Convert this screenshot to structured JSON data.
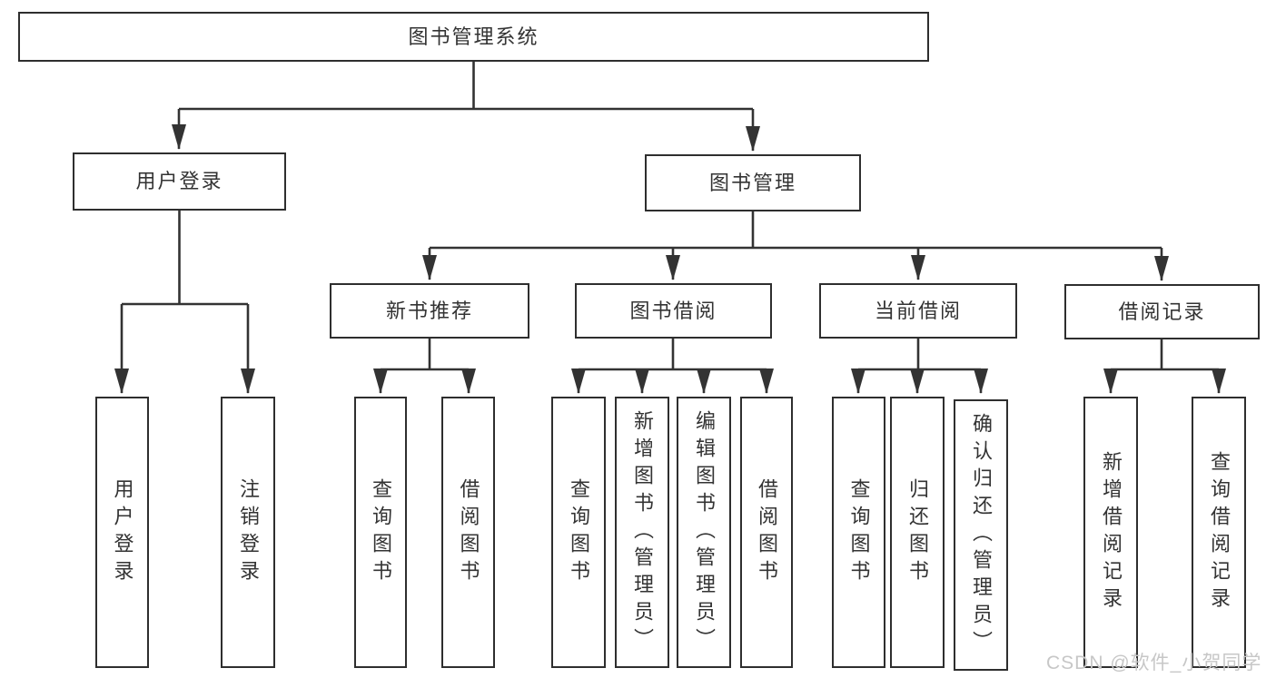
{
  "tree": {
    "root": "图书管理系统",
    "login": {
      "label": "用户登录",
      "children": [
        "用户登录",
        "注销登录"
      ]
    },
    "management": {
      "label": "图书管理",
      "sections": [
        {
          "label": "新书推荐",
          "children": [
            "查询图书",
            "借阅图书"
          ]
        },
        {
          "label": "图书借阅",
          "children": [
            "查询图书",
            "新增图书（管理员）",
            "编辑图书（管理员）",
            "借阅图书"
          ]
        },
        {
          "label": "当前借阅",
          "children": [
            "查询图书",
            "归还图书",
            "确认归还（管理员）"
          ]
        },
        {
          "label": "借阅记录",
          "children": [
            "新增借阅记录",
            "查询借阅记录"
          ]
        }
      ]
    }
  },
  "watermark": "CSDN @软件_小贺同学",
  "colors": {
    "line": "#333333",
    "box_border": "#2e2e2e",
    "text": "#333333",
    "background": "#ffffff",
    "watermark_text": "#c7c7c7"
  }
}
